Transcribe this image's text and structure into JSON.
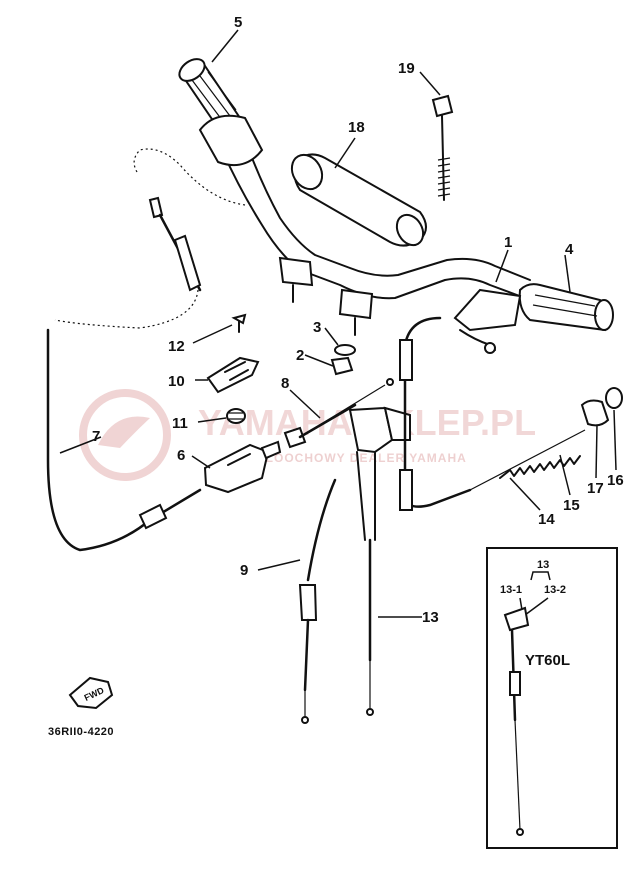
{
  "diagram": {
    "diagram_code": "36RII0-4220",
    "variant_label": "YT60L",
    "fwd_label": "FWD",
    "watermark": {
      "brand": "YAMAHA-SKLEP.PL",
      "tagline": "WIELOOCHOWY DEALER YAMAHA"
    },
    "callouts": [
      "1",
      "2",
      "3",
      "4",
      "5",
      "6",
      "7",
      "8",
      "9",
      "10",
      "11",
      "12",
      "13",
      "14",
      "15",
      "16",
      "17",
      "18",
      "19"
    ],
    "inset_callouts": [
      "13",
      "13-1",
      "13-2"
    ]
  }
}
